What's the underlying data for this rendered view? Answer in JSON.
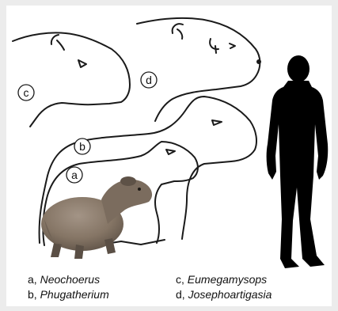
{
  "colors": {
    "page_background": "#ececec",
    "panel_background": "#ffffff",
    "outline": "#1a1a1a",
    "human_silhouette": "#000000",
    "capybara_fur": "#8a7a6c"
  },
  "labels": {
    "a": "a",
    "b": "b",
    "c": "c",
    "d": "d"
  },
  "legend": [
    {
      "letter": "a",
      "separator": ", ",
      "name": "Neochoerus"
    },
    {
      "letter": "b",
      "separator": ", ",
      "name": "Phugatherium"
    },
    {
      "letter": "c",
      "separator": ", ",
      "name": "Eumegamysops"
    },
    {
      "letter": "d",
      "separator": ", ",
      "name": "Josephoartigasia"
    }
  ],
  "icons": {
    "outline_c": "rodent-silhouette-outline-icon",
    "outline_d": "rodent-silhouette-outline-icon",
    "outline_b": "rodent-silhouette-outline-icon",
    "outline_a": "rodent-silhouette-outline-icon",
    "capybara": "capybara-photo-icon",
    "human": "human-silhouette-icon"
  }
}
